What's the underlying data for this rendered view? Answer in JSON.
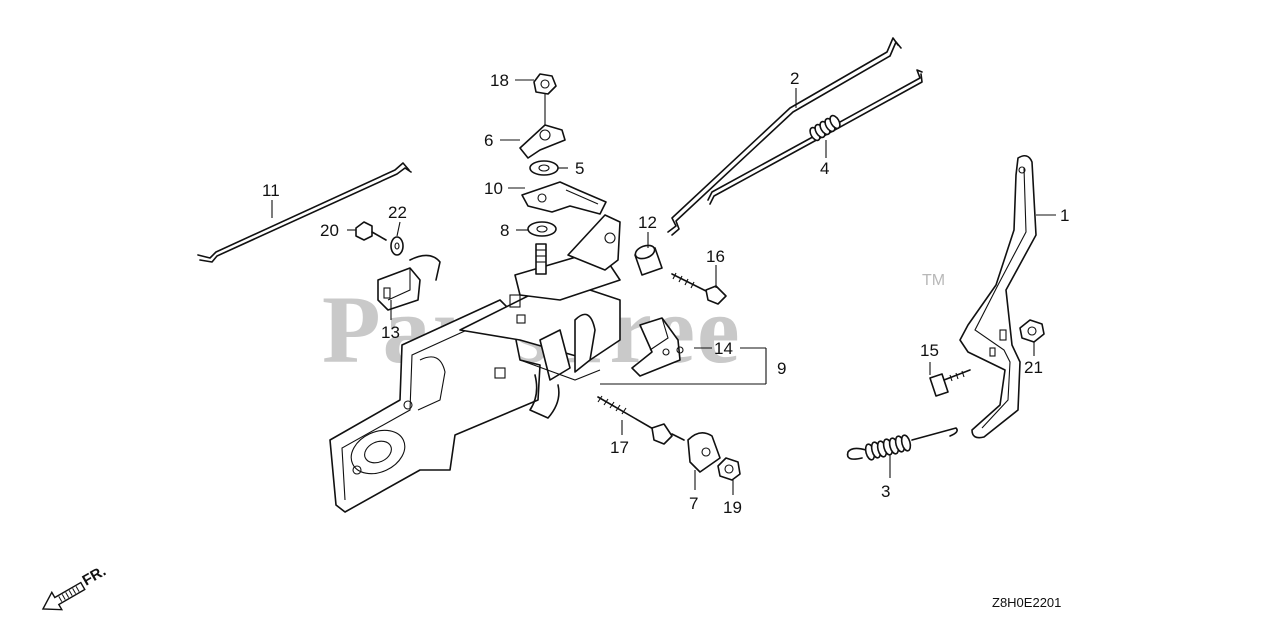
{
  "watermark": {
    "text": "PartsTree",
    "trademark": "TM"
  },
  "diagram_code": "Z8H0E2201",
  "direction_label": "FR.",
  "callouts": [
    "1",
    "2",
    "3",
    "4",
    "5",
    "6",
    "7",
    "8",
    "9",
    "10",
    "11",
    "12",
    "13",
    "14",
    "15",
    "16",
    "17",
    "18",
    "19",
    "20",
    "21",
    "22"
  ]
}
